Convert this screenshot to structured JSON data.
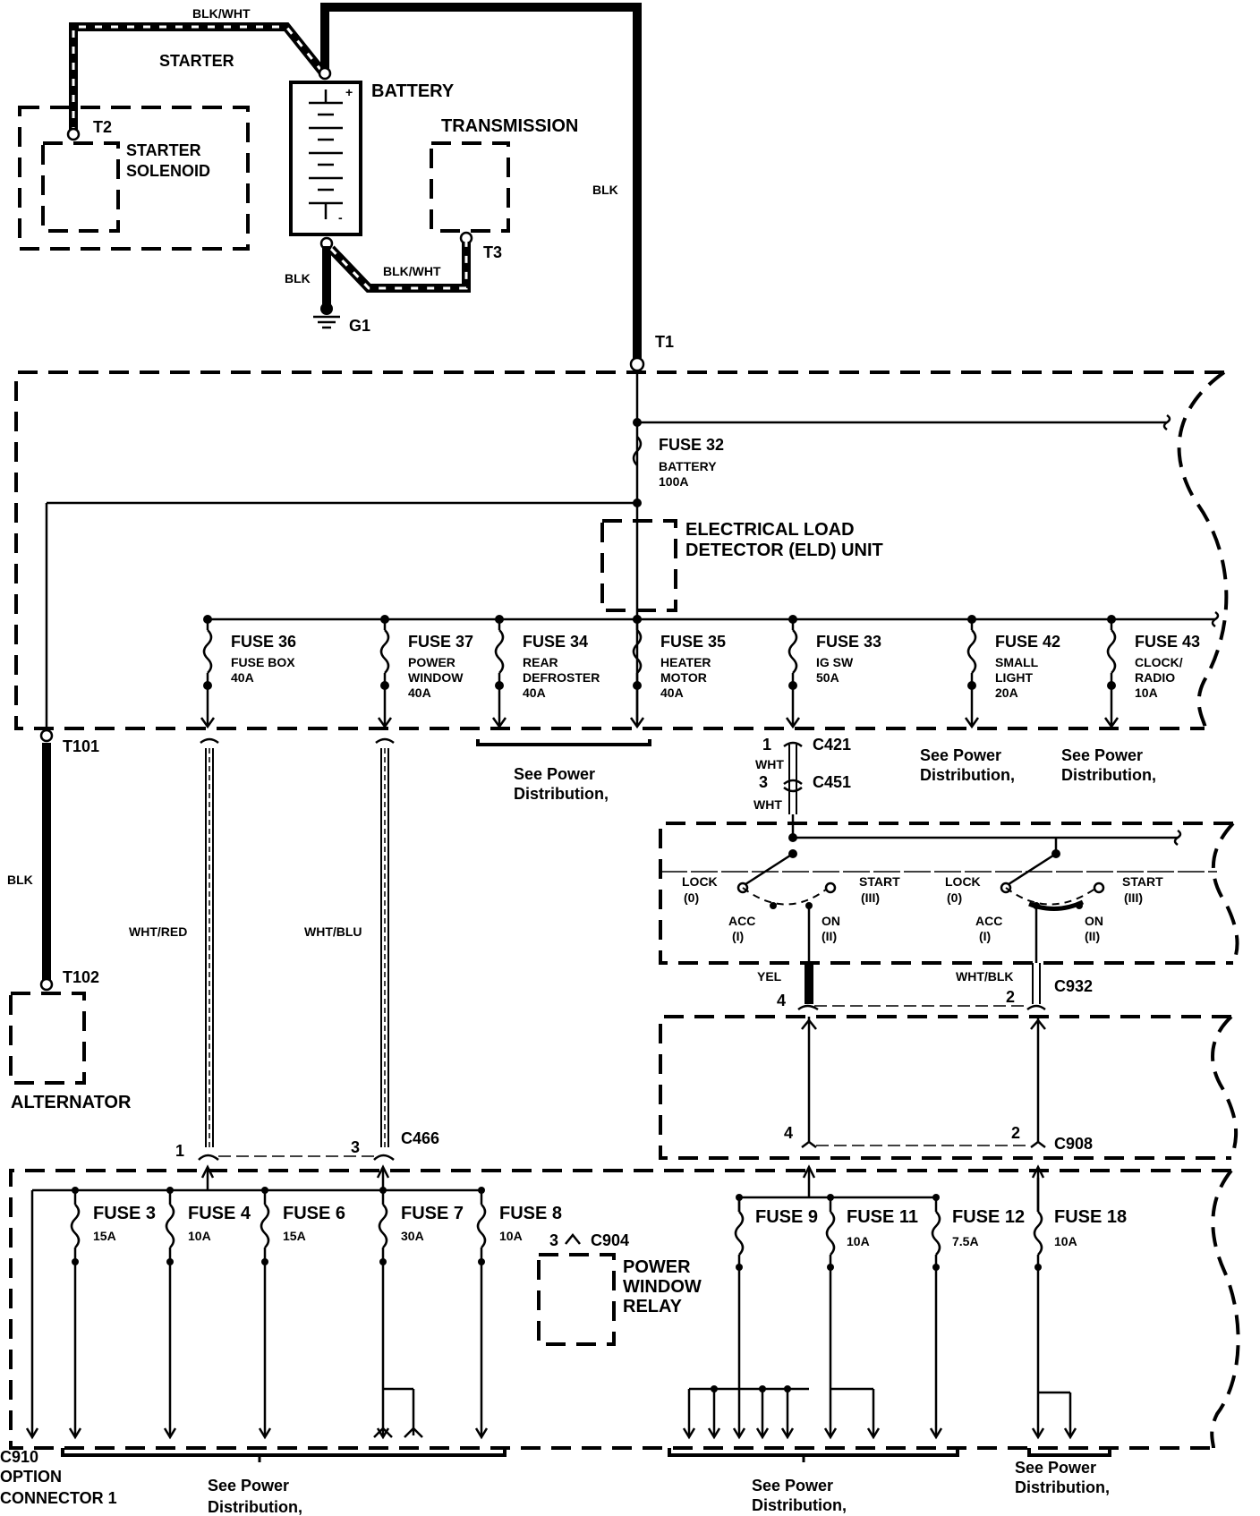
{
  "top": {
    "wire_top_left": "BLK/WHT",
    "starter": "STARTER",
    "battery": "BATTERY",
    "battery_plus": "+",
    "battery_minus": "-",
    "transmission": "TRANSMISSION",
    "t2": "T2",
    "starter_solenoid_1": "STARTER",
    "starter_solenoid_2": "SOLENOID",
    "blk_right": "BLK",
    "blk_ground": "BLK",
    "blk_wht_bottom": "BLK/WHT",
    "t3": "T3",
    "g1": "G1",
    "t1": "T1"
  },
  "underhood": {
    "fuse32": "FUSE 32",
    "fuse32_name": "BATTERY",
    "fuse32_amp": "100A",
    "eld_1": "ELECTRICAL LOAD",
    "eld_2": "DETECTOR (ELD) UNIT",
    "fuses": [
      {
        "label": "FUSE 36",
        "name1": "FUSE BOX",
        "name2": "",
        "amp": "40A"
      },
      {
        "label": "FUSE 37",
        "name1": "POWER",
        "name2": "WINDOW",
        "amp": "40A"
      },
      {
        "label": "FUSE 34",
        "name1": "REAR",
        "name2": "DEFROSTER",
        "amp": "40A"
      },
      {
        "label": "FUSE 35",
        "name1": "HEATER",
        "name2": "MOTOR",
        "amp": "40A"
      },
      {
        "label": "FUSE 33",
        "name1": "IG SW",
        "name2": "",
        "amp": "50A"
      },
      {
        "label": "FUSE 42",
        "name1": "SMALL",
        "name2": "LIGHT",
        "amp": "20A"
      },
      {
        "label": "FUSE 43",
        "name1": "CLOCK/",
        "name2": "RADIO",
        "amp": "10A"
      }
    ],
    "t101": "T101",
    "see_power_1a": "See Power",
    "see_power_1b": "Distribution,",
    "see_power_2a": "See Power",
    "see_power_2b": "Distribution,",
    "see_power_3a": "See Power",
    "see_power_3b": "Distribution,"
  },
  "left": {
    "blk": "BLK",
    "t102": "T102",
    "alternator": "ALTERNATOR",
    "wht_red": "WHT/RED",
    "wht_blu": "WHT/BLU"
  },
  "ignition": {
    "pin1": "1",
    "c421": "C421",
    "wht1": "WHT",
    "pin3": "3",
    "c451": "C451",
    "wht2": "WHT",
    "lock": "LOCK",
    "lock_n": "(0)",
    "acc": "ACC",
    "acc_n": "(I)",
    "on": "ON",
    "on_n": "(II)",
    "start": "START",
    "start_n": "(III)",
    "yel": "YEL",
    "wht_blk": "WHT/BLK",
    "pin4a": "4",
    "pin2a": "2",
    "c932": "C932",
    "pin4b": "4",
    "pin2b": "2",
    "c908": "C908"
  },
  "dash_box": {
    "c466_pin1": "1",
    "c466_pin3": "3",
    "c466": "C466",
    "fuses": [
      {
        "label": "FUSE 3",
        "amp": "15A"
      },
      {
        "label": "FUSE 4",
        "amp": "10A"
      },
      {
        "label": "FUSE 6",
        "amp": "15A"
      },
      {
        "label": "FUSE 7",
        "amp": "30A"
      },
      {
        "label": "FUSE 8",
        "amp": "10A"
      },
      {
        "label": "FUSE 9",
        "amp": ""
      },
      {
        "label": "FUSE 11",
        "amp": "10A"
      },
      {
        "label": "FUSE 12",
        "amp": "7.5A"
      },
      {
        "label": "FUSE 18",
        "amp": "10A"
      }
    ],
    "c904_pin": "3",
    "c904": "C904",
    "pwr_relay_1": "POWER",
    "pwr_relay_2": "WINDOW",
    "pwr_relay_3": "RELAY",
    "c910_1": "C910",
    "c910_2": "OPTION",
    "c910_3": "CONNECTOR 1",
    "see_power_a1": "See Power",
    "see_power_a2": "Distribution,",
    "see_power_b1": "See Power",
    "see_power_b2": "Distribution,",
    "see_power_c1": "See Power",
    "see_power_c2": "Distribution,"
  }
}
